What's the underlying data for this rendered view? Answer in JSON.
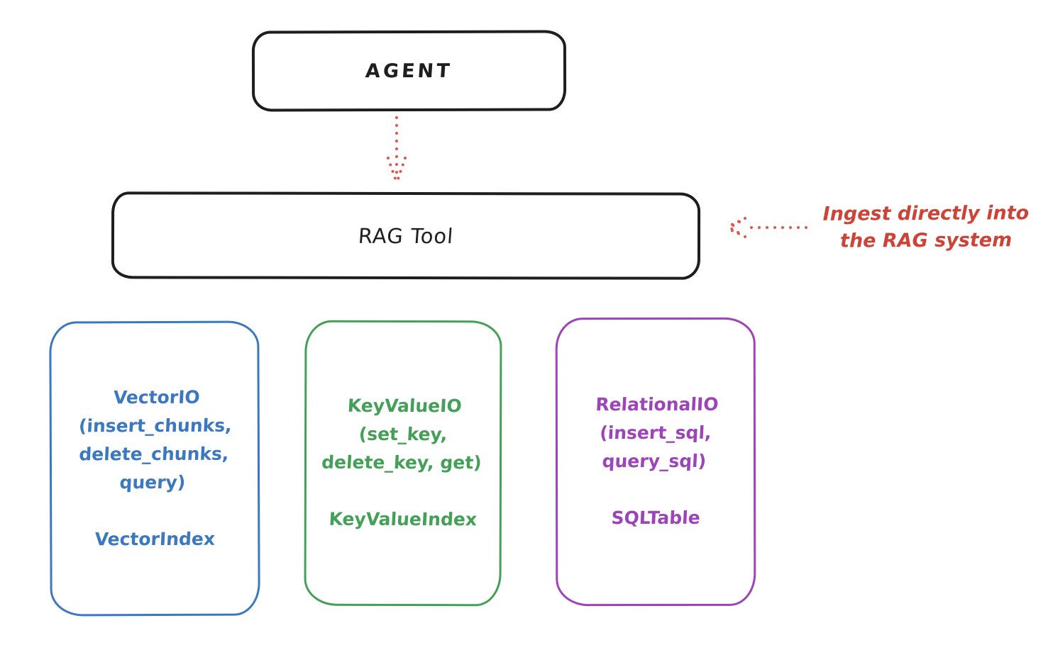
{
  "agent": {
    "label": "AGENT"
  },
  "rag_tool": {
    "label": "RAG Tool"
  },
  "annotation": {
    "lines": [
      "Ingest directly into",
      "the RAG system"
    ],
    "color": "#cc4437"
  },
  "arrows": {
    "agent_to_rag_tool": "dotted-down-arrow",
    "annotation_to_rag_tool": "dotted-left-arrow",
    "color": "#e0564c"
  },
  "backends": [
    {
      "id": "vector-io",
      "title_lines": [
        "VectorIO",
        "(insert_chunks,",
        "delete_chunks,",
        "query)"
      ],
      "index_label": "VectorIndex",
      "color": "#3b78c0"
    },
    {
      "id": "key-value-io",
      "title_lines": [
        "KeyValueIO",
        "(set_key,",
        "delete_key, get)"
      ],
      "index_label": "KeyValueIndex",
      "color": "#44a057"
    },
    {
      "id": "relational-io",
      "title_lines": [
        "RelationalIO",
        "(insert_sql,",
        "query_sql)"
      ],
      "index_label": "SQLTable",
      "color": "#9c44b8"
    }
  ],
  "stroke_color": "#1e1e1e",
  "background_color": "#ffffff"
}
